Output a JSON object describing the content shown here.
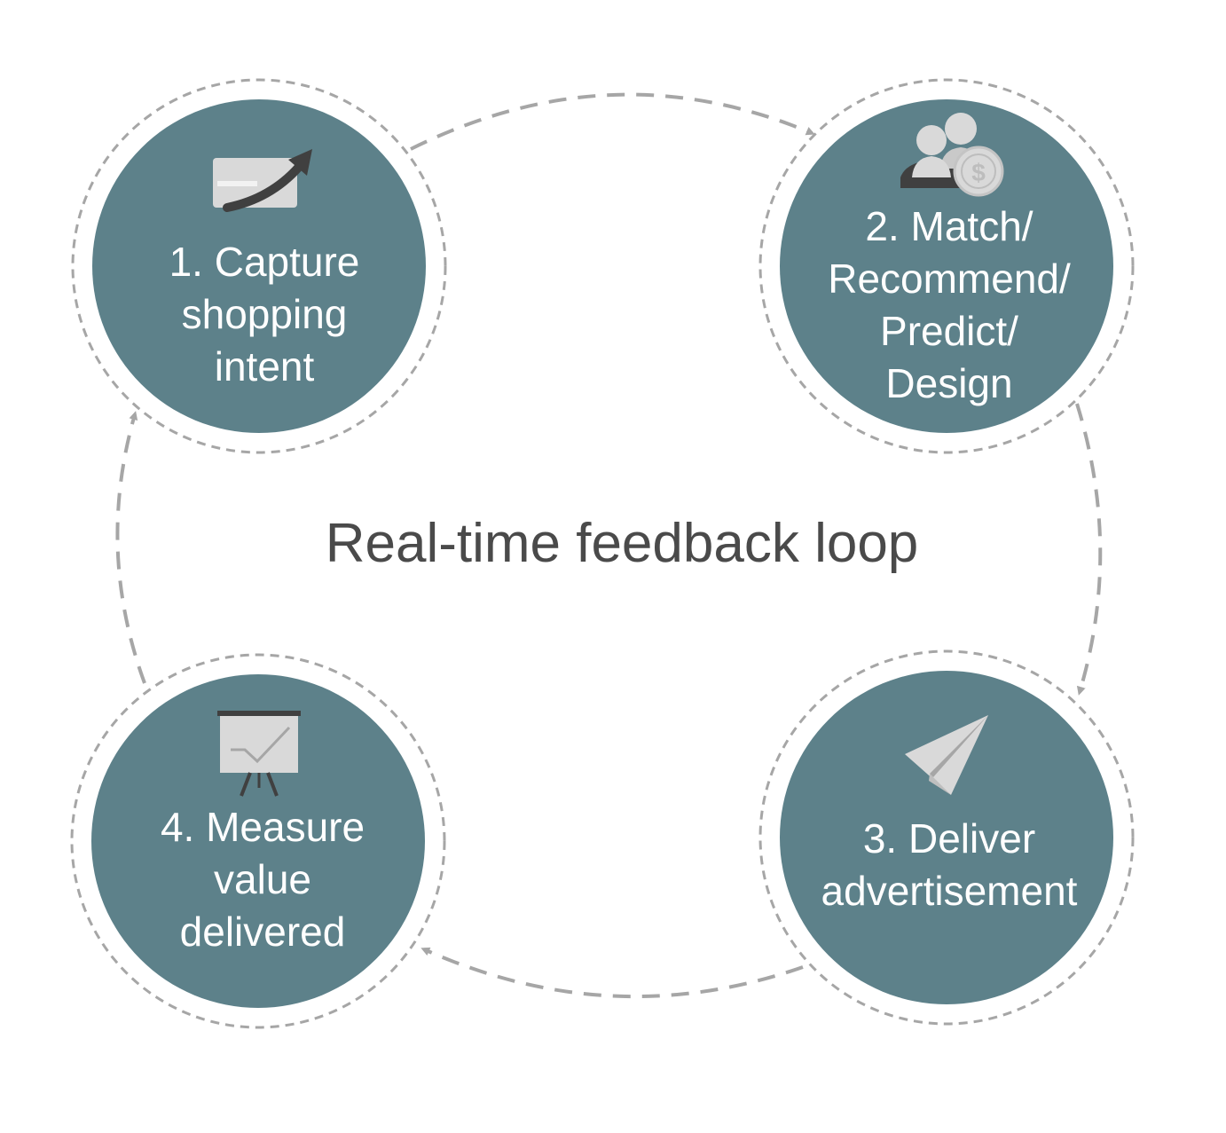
{
  "title": "Real-time feedback loop",
  "steps": [
    {
      "lines": [
        "1. Capture",
        "shopping",
        "intent"
      ],
      "icon": "credit-card-growth-icon"
    },
    {
      "lines": [
        "2. Match/",
        "Recommend/",
        "Predict/",
        "Design"
      ],
      "icon": "people-money-icon"
    },
    {
      "lines": [
        "3. Deliver",
        "advertisement"
      ],
      "icon": "paper-plane-icon"
    },
    {
      "lines": [
        "4. Measure",
        "value",
        "delivered"
      ],
      "icon": "presentation-chart-icon"
    }
  ],
  "colors": {
    "circle_fill": "#5d818a",
    "dash_stroke": "#a6a6a6",
    "icon_light": "#d9d9d9",
    "icon_dark": "#404040",
    "title_text": "#4a4a4a",
    "label_text": "#ffffff"
  }
}
